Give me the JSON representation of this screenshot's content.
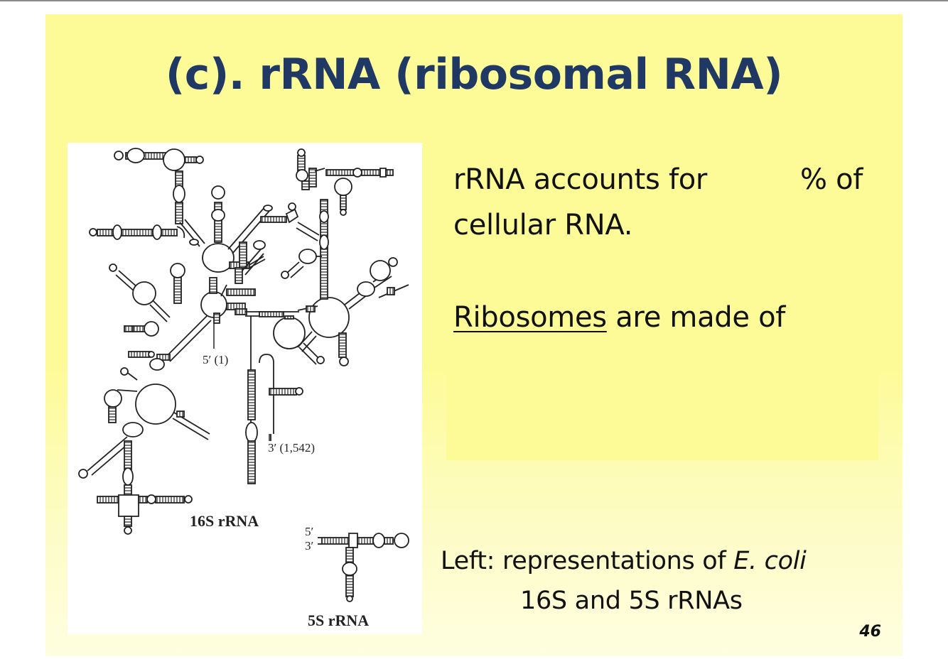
{
  "slide": {
    "title": "(c). rRNA (ribosomal RNA)",
    "line1_part1": "rRNA accounts for",
    "line1_part2": "% of",
    "line2": "cellular RNA.",
    "ribosomes_word": "Ribosomes",
    "ribosomes_rest": " are made of",
    "caption_prefix": "Left: representations of ",
    "caption_italic": "E. coli",
    "caption_line2": "16S and 5S rRNAs",
    "page_number": "46"
  },
  "figure": {
    "label_16s": "16S rRNA",
    "label_5s": "5S rRNA",
    "label_5prime_1": "5′ (1)",
    "label_3prime_1542": "3′ (1,542)",
    "label_5prime": "5′",
    "label_3prime": "3′"
  }
}
